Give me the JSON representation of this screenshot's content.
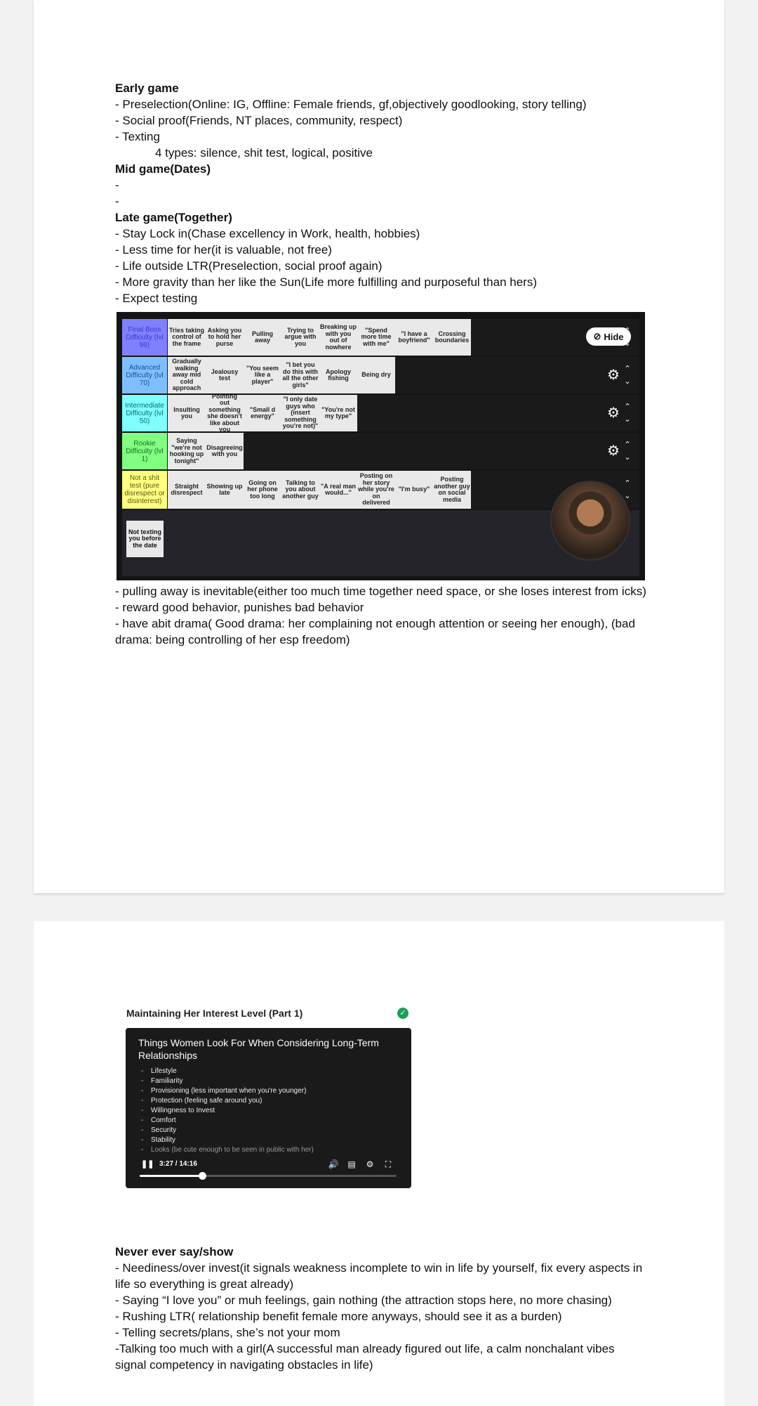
{
  "notes_top": {
    "lines": [
      {
        "text": "Early game",
        "style": "h"
      },
      {
        "text": "- Preselection(Online: IG, Offline: Female friends, gf,objectively goodlooking, story telling)",
        "style": ""
      },
      {
        "text": "- Social proof(Friends, NT places, community, respect)",
        "style": ""
      },
      {
        "text": "- Texting",
        "style": ""
      },
      {
        "text": "4 types: silence, shit test, logical, positive",
        "style": "ind"
      },
      {
        "text": "Mid game(Dates)",
        "style": "h"
      },
      {
        "text": "-",
        "style": ""
      },
      {
        "text": "-",
        "style": ""
      },
      {
        "text": "Late game(Together)",
        "style": "h"
      },
      {
        "text": "- Stay Lock in(Chase excellency in Work, health, hobbies)",
        "style": ""
      },
      {
        "text": "- Less time for her(it is valuable, not free)",
        "style": ""
      },
      {
        "text": "- Life outside LTR(Preselection, social proof again)",
        "style": ""
      },
      {
        "text": "- More gravity than her like the Sun(Life more fulfilling and purposeful than hers)",
        "style": ""
      },
      {
        "text": "- Expect testing",
        "style": ""
      }
    ]
  },
  "tier_list": {
    "hide_label": "Hide",
    "rows": [
      {
        "label": "Final Boss Difficulty (lvl 99)",
        "color": "#8080ff",
        "text_color": "#3a3ad0",
        "items": [
          "Tries taking control of the frame",
          "Asking you to hold her purse",
          "Pulling away",
          "Trying to argue with you",
          "Breaking up with you out of nowhere",
          "\"Spend more time with me\"",
          "\"I have a boyfriend\"",
          "Crossing boundaries"
        ]
      },
      {
        "label": "Advanced Difficulty (lvl 70)",
        "color": "#80bfff",
        "text_color": "#1a4f8f",
        "items": [
          "Gradually walking away mid cold approach",
          "Jealousy test",
          "\"You seem like a player\"",
          "\"I bet you do this with all the other girls\"",
          "Apology fishing",
          "Being dry"
        ]
      },
      {
        "label": "Intermediate Difficulty (lvl 50)",
        "color": "#80ffff",
        "text_color": "#0b6f6f",
        "items": [
          "Insulting you",
          "Pointing out something she doesn't like about you",
          "\"Small d energy\"",
          "\"I only date guys who (insert something you're not)\"",
          "\"You're not my type\""
        ]
      },
      {
        "label": "Rookie Difficulty (lvl 1)",
        "color": "#80ff80",
        "text_color": "#1f6a1f",
        "items": [
          "Saying \"we're not hooking up tonight\"",
          "Disagreeing with you"
        ]
      },
      {
        "label": "Not a shit test (pure disrespect or disinterest)",
        "color": "#ffff80",
        "text_color": "#5a5a10",
        "items": [
          "Straight disrespect",
          "Showing up late",
          "Going on her phone too long",
          "Talking to you about another guy",
          "\"A real man would...\"",
          "Posting on her story while you're on delivered",
          "\"I'm busy\"",
          "Posting another guy on social media"
        ]
      }
    ],
    "bank_item": "Not texting you before the date"
  },
  "notes_mid": {
    "lines": [
      {
        "text": "- pulling away is inevitable(either too much time together need space, or she loses interest from icks)",
        "style": ""
      },
      {
        "text": "- reward good behavior, punishes bad behavior",
        "style": ""
      },
      {
        "text": "- have abit drama( Good drama: her complaining not enough attention or seeing her enough), (bad drama: being controlling of her esp freedom)",
        "style": ""
      }
    ]
  },
  "video": {
    "title": "Maintaining Her Interest Level (Part 1)",
    "slide_title": "Things Women Look For When Considering Long-Term Relationships",
    "slide_items": [
      "Lifestyle",
      "Familiarity",
      "Provisioning (less important when you're younger)",
      "Protection (feeling safe around you)",
      "Willingness to Invest",
      "Comfort",
      "Security",
      "Stability",
      "Looks (be cute enough to be seen in public with her)"
    ],
    "time": "3:27 / 14:16",
    "progress": 0.242
  },
  "notes_bottom": {
    "lines": [
      {
        "text": "Never ever say/show",
        "style": "h"
      },
      {
        "text": "- Neediness/over invest(it signals weakness incomplete to win in life by yourself, fix every aspects in life so everything is great already)",
        "style": ""
      },
      {
        "text": "- Saying “I love you” or muh feelings, gain nothing (the attraction stops here, no more chasing)",
        "style": ""
      },
      {
        "text": "- Rushing LTR( relationship benefit female more anyways, should see it as a burden)",
        "style": ""
      },
      {
        "text": "- Telling secrets/plans, she’s not your mom",
        "style": ""
      },
      {
        "text": "-Talking too much with a girl(A successful man already figured out life, a calm nonchalant vibes signal competency in navigating obstacles in life)",
        "style": ""
      }
    ]
  }
}
